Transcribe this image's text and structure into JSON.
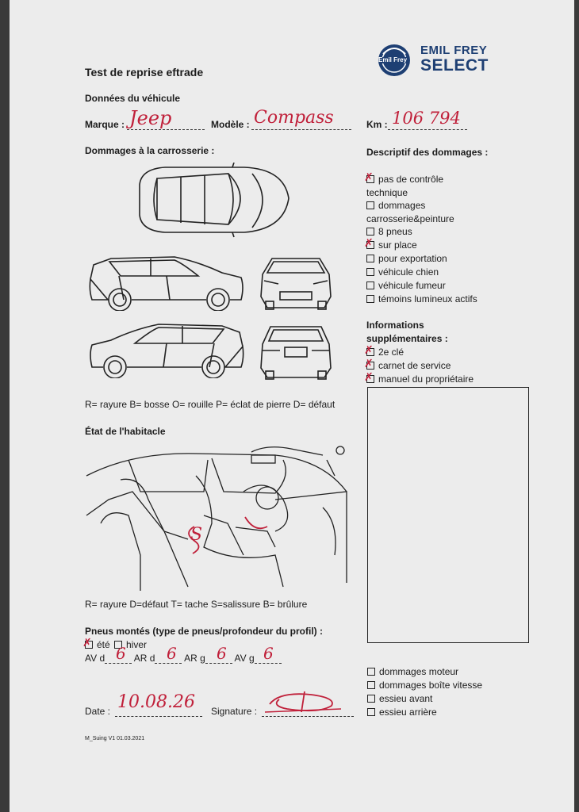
{
  "title": "Test de reprise eftrade",
  "logo": {
    "badge_text": "Emil Frey",
    "brand_line1": "EMIL FREY",
    "brand_line2": "SELECT",
    "color": "#1e3f73"
  },
  "vehicle": {
    "heading": "Données du véhicule",
    "marque_label": "Marque :",
    "marque_value": "Jeep",
    "modele_label": "Modèle :",
    "modele_value": "Compass",
    "km_label": "Km :",
    "km_value": "106 794"
  },
  "body_damage": {
    "heading": "Dommages à la carrosserie :",
    "legend": "R= rayure B= bosse O= rouille P= éclat de pierre D= défaut"
  },
  "damage_desc": {
    "heading": "Descriptif des dommages :",
    "items": [
      {
        "label": "pas de contrôle technique",
        "checked": true
      },
      {
        "label": "dommages carrosserie&peinture",
        "checked": false
      },
      {
        "label": "8 pneus",
        "checked": false
      },
      {
        "label": "sur place",
        "checked": true
      },
      {
        "label": "pour exportation",
        "checked": false
      },
      {
        "label": "véhicule chien",
        "checked": false
      },
      {
        "label": "véhicule fumeur",
        "checked": false
      },
      {
        "label": "témoins lumineux actifs",
        "checked": false
      }
    ]
  },
  "extra_info": {
    "heading_line1": "Informations",
    "heading_line2": "supplémentaires :",
    "items": [
      {
        "label": "2e clé",
        "checked": true
      },
      {
        "label": "carnet de service",
        "checked": true
      },
      {
        "label": "manuel du propriétaire",
        "checked": true
      }
    ]
  },
  "interior": {
    "heading": "État de l'habitacle",
    "legend": "R= rayure D=défaut T= tache S=salissure B= brûlure",
    "marks": "S"
  },
  "tires": {
    "heading": "Pneus montés (type de pneus/profondeur du profil) :",
    "summer_label": "été",
    "summer_checked": true,
    "winter_label": "hiver",
    "winter_checked": false,
    "av_d_label": "AV d",
    "av_d_value": "6",
    "ar_d_label": "AR d",
    "ar_d_value": "6",
    "ar_g_label": "AR g",
    "ar_g_value": "6",
    "av_g_label": "AV g",
    "av_g_value": "6"
  },
  "bottom_checks": [
    {
      "label": "dommages moteur",
      "checked": false
    },
    {
      "label": "dommages boîte vitesse",
      "checked": false
    },
    {
      "label": "essieu avant",
      "checked": false
    },
    {
      "label": "essieu arrière",
      "checked": false
    }
  ],
  "date_label": "Date :",
  "date_value": "10.08.26",
  "signature_label": "Signature :",
  "footer": "M_Suing V1 01.03.2021",
  "colors": {
    "ink": "#c0203a",
    "paper": "#ececec"
  }
}
